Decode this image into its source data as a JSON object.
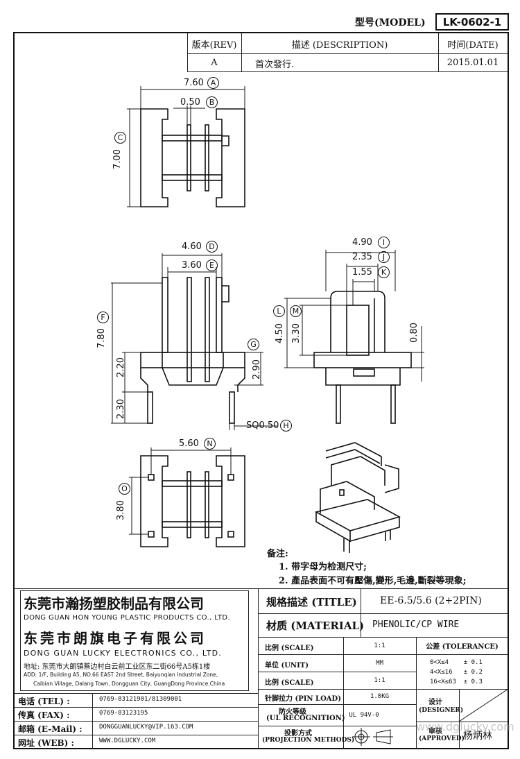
{
  "header": {
    "model_label": "型号(MODEL)",
    "model_value": "LK-0602-1"
  },
  "revision_table": {
    "rev_header": "版本(REV)",
    "desc_header": "描述 (DESCRIPTION)",
    "date_header": "时间(DATE)",
    "rev_value": "A",
    "desc_value": "首次發行.",
    "date_value": "2015.01.01"
  },
  "dimensions": {
    "A": {
      "letter": "A",
      "value": "7.60"
    },
    "B": {
      "letter": "B",
      "value": "0.50"
    },
    "C": {
      "letter": "C",
      "value": "7.00"
    },
    "D": {
      "letter": "D",
      "value": "4.60"
    },
    "E": {
      "letter": "E",
      "value": "3.60"
    },
    "F": {
      "letter": "F",
      "value": "7.80"
    },
    "G": {
      "letter": "G",
      "value": "2.90"
    },
    "H": {
      "letter": "H",
      "value": "SQ0.50"
    },
    "I": {
      "letter": "I",
      "value": "4.90"
    },
    "J": {
      "letter": "J",
      "value": "2.35"
    },
    "K": {
      "letter": "K",
      "value": "1.55"
    },
    "L": {
      "letter": "L",
      "value": "4.50"
    },
    "M": {
      "letter": "M",
      "value": "3.30"
    },
    "N": {
      "letter": "N",
      "value": "5.60"
    },
    "O": {
      "letter": "O",
      "value": "3.80"
    },
    "d220": "2.20",
    "d230": "2.30",
    "d080": "0.80"
  },
  "notes": {
    "title": "备注:",
    "line1": "1. 带字母为检测尺寸;",
    "line2": "2. 產品表面不可有壓傷,變形,毛邊,斷裂等現象;"
  },
  "company": {
    "name1": "东莞市瀚扬塑胶制品有限公司",
    "name1_en": "DONG GUAN HON YOUNG PLASTIC PRODUCTS CO., LTD.",
    "name2": "东莞市朗旗电子有限公司",
    "name2_en": "DONG GUAN LUCKY ELECTRONICS CO., LTD.",
    "addr_cn": "地址: 东莞市大朗镇蔡边村白云前工业区东二街66号A5栋1楼",
    "addr_en1": "ADD: 1/F, Building A5, NO.66 EAST 2nd Street, Baiyunqian Industrial Zone,",
    "addr_en2": "Caibian Village, Dalang Town, Dongguan City, GuangDong Province,China"
  },
  "contacts": [
    {
      "label": "电话 (TEL) :",
      "value": "0769-83121901/81309001"
    },
    {
      "label": "传真 (FAX) :",
      "value": "0769-83123195"
    },
    {
      "label": "邮箱 (E-Mail) :",
      "value": "DONGGUANLUCKY@VIP.163.COM"
    },
    {
      "label": "网址 (WEB) :",
      "value": "WWW.DGLUCKY.COM"
    }
  ],
  "spec": {
    "title_label": "规格描述 (TITLE)",
    "title_value": "EE-6.5/5.6 (2+2PIN)",
    "material_label": "材质 (MATERIAL)",
    "material_value": "PHENOLIC/CP WIRE",
    "scale_label": "比例 (SCALE)",
    "scale_value": "1:1",
    "tolerance_label": "公差 (TOLERANCE)",
    "unit_label": "单位 (UNIT)",
    "unit_value": "MM",
    "tol1": "0<X≤4    ± 0.1",
    "tol2": "4<X≤16   ± 0.2",
    "tol3": "16<X≤63  ± 0.3",
    "scale2_label": "比例 (SCALE)",
    "scale2_value": "1:1",
    "pin_label": "针脚拉力 (PIN LOAD)",
    "pin_value": "1.0KG",
    "designer_label": "设计",
    "designer_label_en": "(DESIGNER)",
    "ul_label": "防火等级",
    "ul_label_en": "(UL RECOGNITION)",
    "ul_value": "UL 94V-0",
    "approved_label": "审核",
    "approved_label_en": "(APPROVED)",
    "approver": "杨炳林",
    "proj_label": "投影方式",
    "proj_label_en": "(PROJECTION METHODS)"
  },
  "watermark": "www.dglucky.com"
}
